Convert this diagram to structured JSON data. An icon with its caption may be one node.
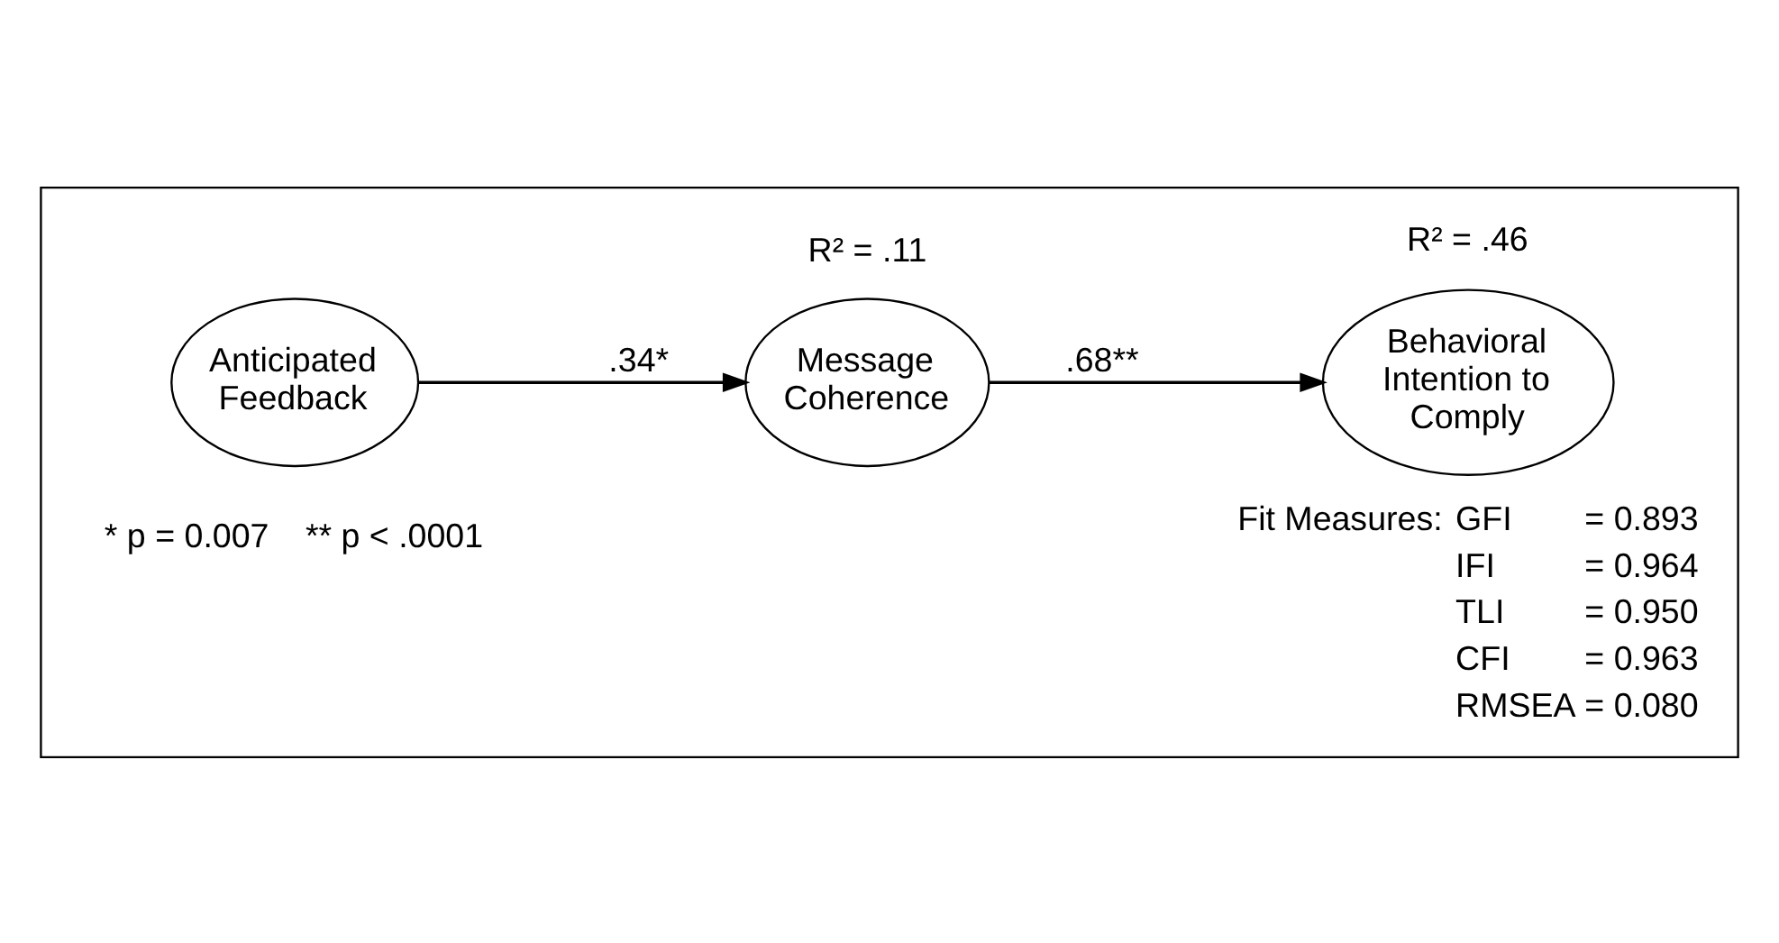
{
  "diagram": {
    "nodes": [
      {
        "text": [],
        "shape": "box"
      },
      {
        "text": [
          "Anticipated Feedback"
        ],
        "in": 0
      },
      {
        "text": [
          "Message Coherence"
        ],
        "beside": [
          "R² = .11"
        ],
        "in": 0
      },
      {
        "text": [
          "Behavioral Intention to Comply"
        ],
        "beside": [
          "R² = .46"
        ],
        "in": 0
      }
    ],
    "edges": [
      {
        "from": 1,
        "to": 2,
        "arrow": "to",
        "label": ".34*"
      },
      {
        "from": 2,
        "to": 3,
        "arrow": "to",
        "label": ".68**"
      }
    ],
    "labels": [
      "Fit Measures:",
      "GFI",
      "= 0.893",
      "IFI",
      "= 0.964",
      "TLI",
      "= 0.950",
      "CFI",
      "= 0.963",
      "RMSEA",
      "= 0.080",
      "* p = 0.007",
      "** p < .0001"
    ]
  }
}
